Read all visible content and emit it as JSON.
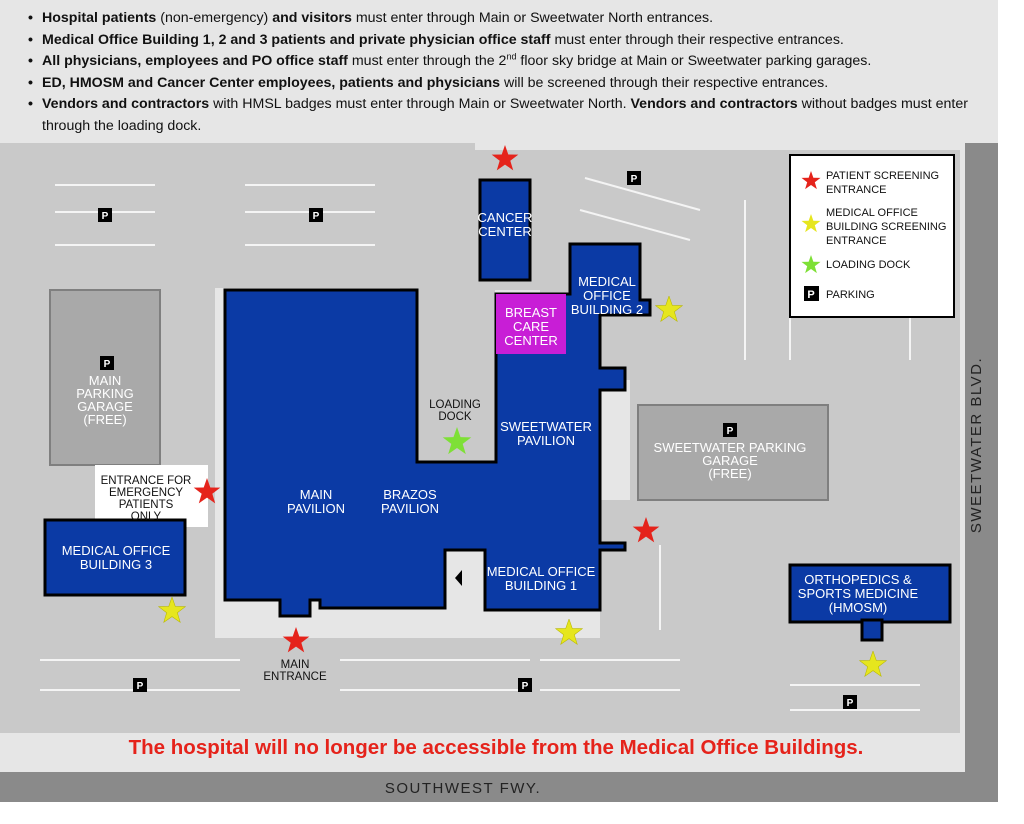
{
  "notices": [
    {
      "bold": "Hospital patients",
      "rest": " (non-emergency) ",
      "bold2": "and visitors",
      "rest2": " must enter through Main or Sweetwater North entrances."
    },
    {
      "bold": "Medical Office Building 1, 2 and 3 patients and private physician office staff",
      "rest": " must enter through their respective entrances.",
      "bold2": "",
      "rest2": ""
    },
    {
      "bold": "All physicians, employees and PO office staff",
      "rest": " must enter through the 2",
      "sup": "nd",
      "rest_after_sup": " floor sky bridge at Main or Sweetwater parking garages.",
      "bold2": "",
      "rest2": ""
    },
    {
      "bold": "ED, HMOSM and Cancer Center employees, patients and physicians",
      "rest": " will be screened through their respective entrances.",
      "bold2": "",
      "rest2": ""
    },
    {
      "bold": "Vendors and contractors",
      "rest": " with HMSL badges must enter through Main or Sweetwater North. ",
      "bold2": "Vendors and contractors",
      "rest2": " without badges must enter through the loading dock."
    }
  ],
  "buildings": {
    "cancer_center": [
      "CANCER",
      "CENTER"
    ],
    "breast_care_center": [
      "BREAST",
      "CARE",
      "CENTER"
    ],
    "mob2": [
      "MEDICAL",
      "OFFICE",
      "BUILDING 2"
    ],
    "main_parking_garage": [
      "MAIN",
      "PARKING",
      "GARAGE",
      "(FREE)"
    ],
    "loading_dock": [
      "LOADING",
      "DOCK"
    ],
    "sweetwater_pavilion": [
      "SWEETWATER",
      "PAVILION"
    ],
    "sweetwater_parking_garage": [
      "SWEETWATER PARKING",
      "GARAGE",
      "(FREE)"
    ],
    "main_pavilion": [
      "MAIN",
      "PAVILION"
    ],
    "brazos_pavilion": [
      "BRAZOS",
      "PAVILION"
    ],
    "emergency_entrance": [
      "ENTRANCE FOR",
      "EMERGENCY",
      "PATIENTS",
      "ONLY"
    ],
    "mob3": [
      "MEDICAL OFFICE",
      "BUILDING 3"
    ],
    "mob1": [
      "MEDICAL OFFICE",
      "BUILDING 1"
    ],
    "hmosm": [
      "ORTHOPEDICS &",
      "SPORTS MEDICINE",
      "(HMOSM)"
    ],
    "main_entrance": [
      "MAIN",
      "ENTRANCE"
    ]
  },
  "parking_symbol": "P",
  "legend": {
    "patient_screening": [
      "PATIENT SCREENING",
      "ENTRANCE"
    ],
    "mob_screening": [
      "MEDICAL OFFICE",
      "BUILDING  SCREENING",
      "ENTRANCE"
    ],
    "loading_dock": [
      "LOADING DOCK"
    ],
    "parking": [
      "PARKING"
    ]
  },
  "roads": {
    "sweetwater_blvd": "SWEETWATER BLVD.",
    "southwest_fwy": "SOUTHWEST FWY."
  },
  "warning": "The hospital will no longer be accessible from the Medical Office Buildings.",
  "colors": {
    "building_blue": "#0b3aa5",
    "breast_care_purple": "#c81ed6",
    "patient_star_red": "#e5231b",
    "mob_star_yellow": "#e6e61e",
    "loading_star_green": "#7ee036",
    "road_gray": "#8a8a8a",
    "lot_gray": "#c9c9c9",
    "garage_gray": "#a9a9a9"
  }
}
